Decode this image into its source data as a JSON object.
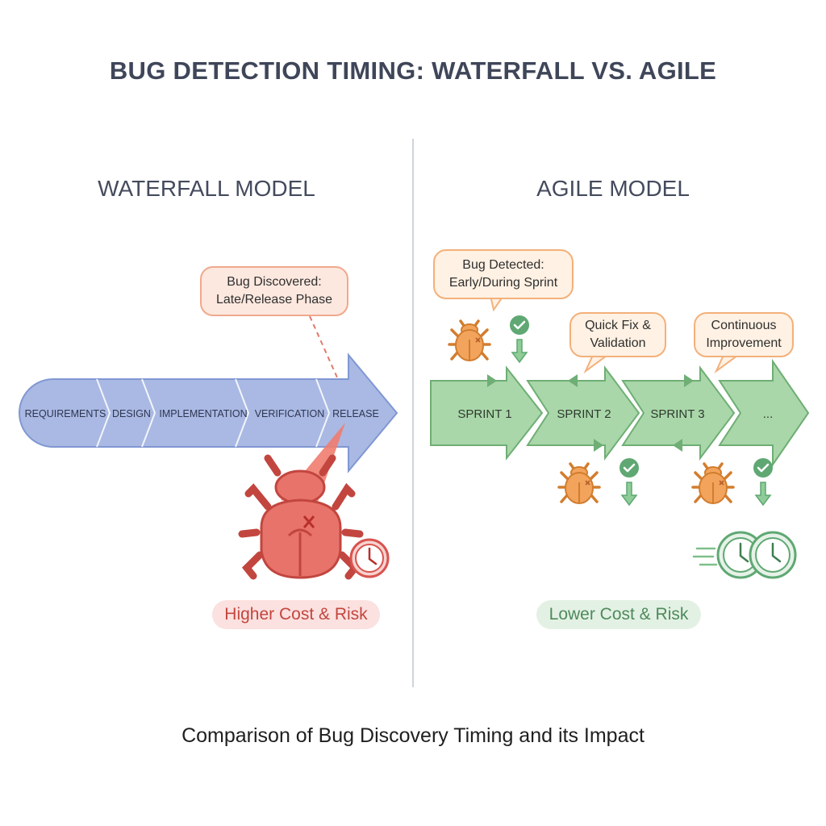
{
  "title": "BUG DETECTION TIMING: WATERFALL VS. AGILE",
  "waterfall": {
    "heading": "WATERFALL MODEL",
    "phases": [
      "REQUIREMENTS",
      "DESIGN",
      "IMPLEMENTATION",
      "VERIFICATION",
      "RELEASE"
    ],
    "callout": [
      "Bug Discovered:",
      "Late/Release Phase"
    ],
    "impact": "Higher Cost & Risk"
  },
  "agile": {
    "heading": "AGILE MODEL",
    "sprints": [
      "SPRINT 1",
      "SPRINT 2",
      "SPRINT 3",
      "..."
    ],
    "callouts": [
      [
        "Bug Detected:",
        "Early/During Sprint"
      ],
      [
        "Quick Fix &",
        "Validation"
      ],
      [
        "Continuous",
        "Improvement"
      ]
    ],
    "impact": "Lower Cost & Risk"
  },
  "caption": "Comparison of Bug Discovery Timing and its Impact",
  "colors": {
    "waterfall_fill": "#a9b9e3",
    "waterfall_stroke": "#8097d2",
    "bug_red": "#e8736a",
    "bug_red_dark": "#c2463f",
    "sprint_fill": "#a9d7a9",
    "sprint_stroke": "#6fae74",
    "bug_orange": "#f2a45c",
    "check_green": "#5fa873"
  }
}
